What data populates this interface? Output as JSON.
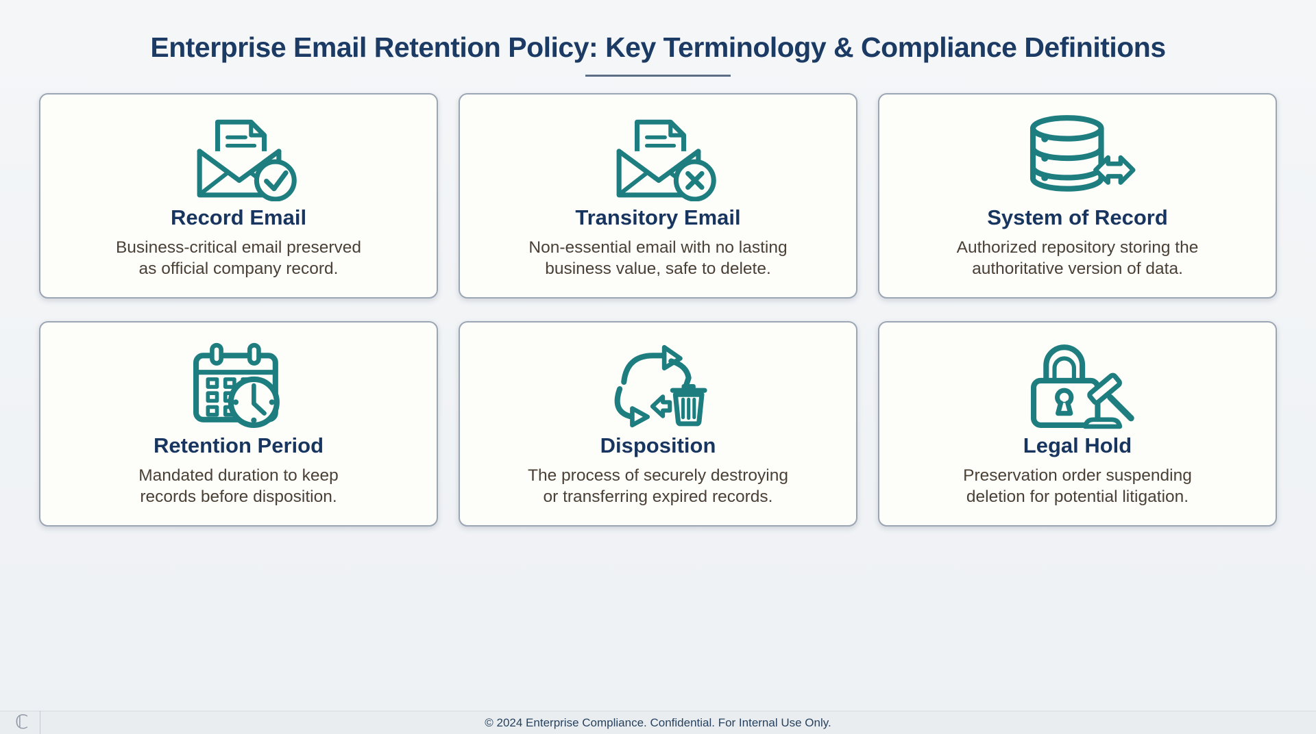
{
  "page": {
    "title": "Enterprise Email Retention Policy: Key Terminology & Compliance Definitions",
    "footer_text": "© 2024 Enterprise Compliance. Confidential. For Internal Use Only.",
    "logo_glyph": "ℂ"
  },
  "colors": {
    "accent_teal": "#1d7d7f",
    "title_navy": "#1b3a64",
    "card_title_navy": "#17355e",
    "body_text": "#4a4036",
    "card_background": "#fdfdfa",
    "card_border": "#9aa6b4",
    "page_background": "#f0f3f6",
    "footer_background": "#e9edf0"
  },
  "cards": [
    {
      "icon": "envelope-document-check-icon",
      "title": "Record Email",
      "description": "Business-critical email preserved\nas official company record."
    },
    {
      "icon": "envelope-document-x-icon",
      "title": "Transitory Email",
      "description": "Non-essential email with no lasting\nbusiness value, safe to delete."
    },
    {
      "icon": "database-sync-icon",
      "title": "System of Record",
      "description": "Authorized repository storing the\nauthoritative version of data."
    },
    {
      "icon": "calendar-clock-icon",
      "title": "Retention Period",
      "description": "Mandated duration to keep\nrecords before disposition."
    },
    {
      "icon": "recycle-trash-icon",
      "title": "Disposition",
      "description": "The process of securely destroying\nor transferring expired records."
    },
    {
      "icon": "lock-gavel-icon",
      "title": "Legal Hold",
      "description": "Preservation order suspending\ndeletion for potential litigation."
    }
  ]
}
